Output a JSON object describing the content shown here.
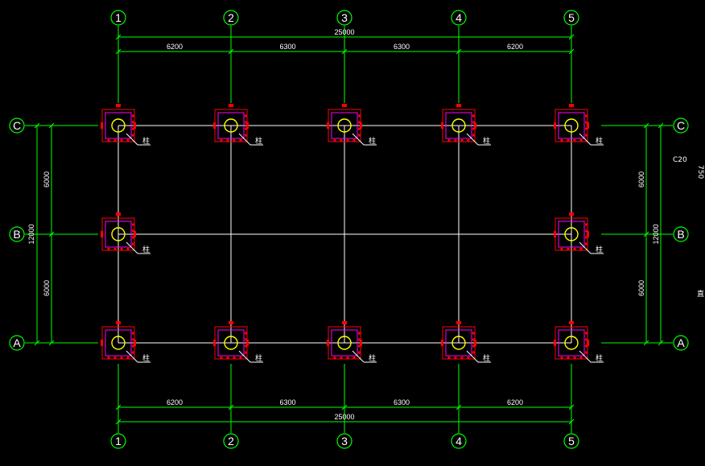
{
  "grid": {
    "columns": [
      "1",
      "2",
      "3",
      "4",
      "5"
    ],
    "rows": [
      "A",
      "B",
      "C"
    ]
  },
  "dimensions": {
    "top_total": "25000",
    "top_spans": [
      "6200",
      "6300",
      "6300",
      "6200"
    ],
    "bottom_total": "25000",
    "bottom_spans": [
      "6200",
      "6300",
      "6300",
      "6200"
    ],
    "left_total": "12000",
    "left_spans": [
      "6000",
      "6000"
    ],
    "right_total": "12000",
    "right_spans": [
      "6000",
      "6000"
    ]
  },
  "column_label": "柱",
  "notes": {
    "concrete": "C20",
    "edge_number": "750",
    "edge_char": "直"
  },
  "colors": {
    "background": "#000000",
    "axis": "#00ff00",
    "beam": "#ffffff",
    "column_outline": "#ff0000",
    "column_inner": "#ff00ff",
    "column_circle": "#ffff00",
    "bubble_text": "#ffffff"
  }
}
